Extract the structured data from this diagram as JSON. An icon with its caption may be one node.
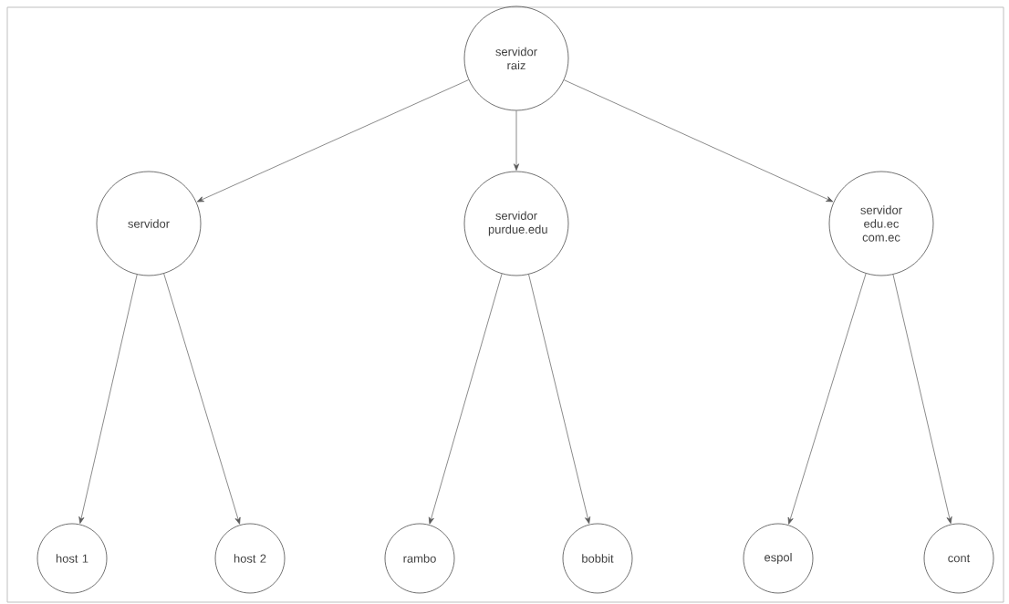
{
  "diagram": {
    "nodes": [
      {
        "text": [
          "servidor raiz"
        ]
      },
      {
        "text": [
          "servidor"
        ]
      },
      {
        "text": [
          "servidor purdue.edu"
        ]
      },
      {
        "text": [
          "servidor edu.ec com.ec"
        ]
      },
      {
        "text": [
          "host 1"
        ]
      },
      {
        "text": [
          "host 2"
        ]
      },
      {
        "text": [
          "rambo"
        ]
      },
      {
        "text": [
          "bobbit"
        ]
      },
      {
        "text": [
          "espol"
        ]
      },
      {
        "text": [
          "cont"
        ]
      }
    ],
    "edges": [
      {
        "from": 0,
        "to": 1,
        "arrow": "to"
      },
      {
        "from": 0,
        "to": 2,
        "arrow": "to"
      },
      {
        "from": 0,
        "to": 3,
        "arrow": "to"
      },
      {
        "from": 1,
        "to": 4,
        "arrow": "to"
      },
      {
        "from": 1,
        "to": 5,
        "arrow": "to"
      },
      {
        "from": 2,
        "to": 6,
        "arrow": "to"
      },
      {
        "from": 2,
        "to": 7,
        "arrow": "to"
      },
      {
        "from": 3,
        "to": 8,
        "arrow": "to"
      },
      {
        "from": 3,
        "to": 9,
        "arrow": "to"
      }
    ]
  }
}
